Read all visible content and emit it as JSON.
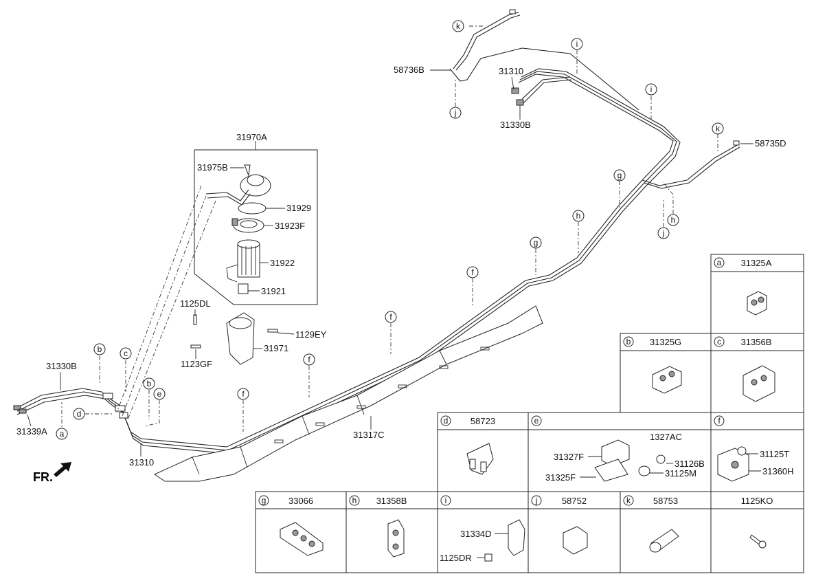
{
  "callouts": {
    "a": "a",
    "b": "b",
    "c": "c",
    "d": "d",
    "e": "e",
    "f": "f",
    "g": "g",
    "h": "h",
    "i": "i",
    "j": "j",
    "k": "k"
  },
  "labels": {
    "p58736B": "58736B",
    "p31310_top": "31310",
    "p31330B_top": "31330B",
    "p58735D": "58735D",
    "p31970A": "31970A",
    "p31975B": "31975B",
    "p31929": "31929",
    "p31923F": "31923F",
    "p31922": "31922",
    "p31921": "31921",
    "p1125DL": "1125DL",
    "p1129EY": "1129EY",
    "p31971": "31971",
    "p1123GF": "1123GF",
    "p31330B_left": "31330B",
    "p31339A": "31339A",
    "p31310_bottom": "31310",
    "p31317C": "31317C",
    "fr": "FR."
  },
  "table": {
    "a": {
      "letter": "a",
      "part": "31325A"
    },
    "b": {
      "letter": "b",
      "part": "31325G"
    },
    "c": {
      "letter": "c",
      "part": "31356B"
    },
    "d": {
      "letter": "d",
      "part": "58723"
    },
    "e": {
      "letter": "e",
      "part": "",
      "items": [
        "1327AC",
        "31327F",
        "31126B",
        "31125M",
        "31325F"
      ]
    },
    "f": {
      "letter": "f",
      "part": "",
      "items": [
        "31125T",
        "31360H"
      ]
    },
    "g": {
      "letter": "g",
      "part": "33066"
    },
    "h": {
      "letter": "h",
      "part": "31358B"
    },
    "i": {
      "letter": "i",
      "part": "",
      "items": [
        "31334D",
        "1125DR"
      ]
    },
    "j": {
      "letter": "j",
      "part": "58752"
    },
    "k": {
      "letter": "k",
      "part": "58753"
    },
    "ko": {
      "part": "1125KO"
    }
  }
}
